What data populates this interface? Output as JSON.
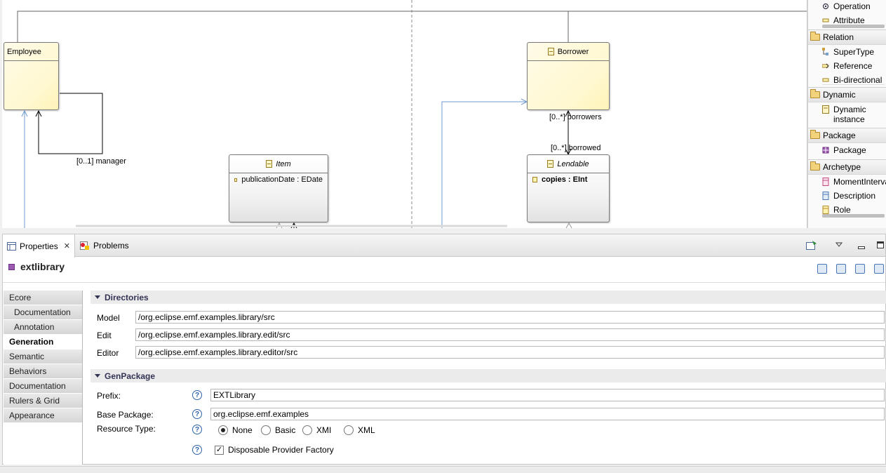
{
  "diagram": {
    "classes": {
      "employee": {
        "name": "Employee"
      },
      "borrower": {
        "name": "Borrower"
      },
      "item": {
        "name": "Item",
        "attributes": [
          "publicationDate : EDate"
        ]
      },
      "lendable": {
        "name": "Lendable",
        "attributes": [
          "copies : EInt"
        ]
      }
    },
    "edge_labels": {
      "manager": "[0..1] manager",
      "borrowers": "[0..*] borrowers",
      "borrowed": "[0..*] borrowed"
    }
  },
  "palette": {
    "items_top": [
      {
        "label": "Operation",
        "icon": "operation-icon"
      },
      {
        "label": "Attribute",
        "icon": "attribute-icon"
      }
    ],
    "groups": [
      {
        "label": "Relation",
        "items": [
          {
            "label": "SuperType",
            "icon": "supertype-icon"
          },
          {
            "label": "Reference",
            "icon": "reference-icon"
          },
          {
            "label": "Bi-directional",
            "icon": "bidirectional-icon"
          }
        ]
      },
      {
        "label": "Dynamic",
        "items": [
          {
            "label": "Dynamic instance",
            "icon": "dynamic-instance-icon"
          }
        ]
      },
      {
        "label": "Package",
        "items": [
          {
            "label": "Package",
            "icon": "package-icon"
          }
        ]
      },
      {
        "label": "Archetype",
        "items": [
          {
            "label": "MomentInterval",
            "icon": "moment-interval-icon"
          },
          {
            "label": "Description",
            "icon": "description-icon"
          },
          {
            "label": "Role",
            "icon": "role-icon"
          }
        ]
      }
    ]
  },
  "views": {
    "tabs": [
      {
        "label": "Properties",
        "icon": "properties-icon",
        "active": true
      },
      {
        "label": "Problems",
        "icon": "problems-icon",
        "active": false
      }
    ]
  },
  "properties": {
    "title": "extlibrary",
    "side_tabs": [
      {
        "label": "Ecore",
        "sub": false,
        "active": false
      },
      {
        "label": "Documentation",
        "sub": true,
        "active": false
      },
      {
        "label": "Annotation",
        "sub": true,
        "active": false
      },
      {
        "label": "Generation",
        "sub": false,
        "active": true
      },
      {
        "label": "Semantic",
        "sub": false,
        "active": false
      },
      {
        "label": "Behaviors",
        "sub": false,
        "active": false
      },
      {
        "label": "Documentation",
        "sub": false,
        "active": false
      },
      {
        "label": "Rulers & Grid",
        "sub": false,
        "active": false
      },
      {
        "label": "Appearance",
        "sub": false,
        "active": false
      }
    ],
    "directories": {
      "header": "Directories",
      "model_label": "Model",
      "model_value": "/org.eclipse.emf.examples.library/src",
      "edit_label": "Edit",
      "edit_value": "/org.eclipse.emf.examples.library.edit/src",
      "editor_label": "Editor",
      "editor_value": "/org.eclipse.emf.examples.library.editor/src"
    },
    "genpackage": {
      "header": "GenPackage",
      "prefix_label": "Prefix:",
      "prefix_value": "EXTLibrary",
      "base_label": "Base Package:",
      "base_value": "org.eclipse.emf.examples",
      "resource_label": "Resource Type:",
      "resource_options": [
        "None",
        "Basic",
        "XMI",
        "XML"
      ],
      "resource_selected": "None",
      "help": "?",
      "disposable_label": "Disposable Provider Factory",
      "disposable_checked": true
    }
  }
}
